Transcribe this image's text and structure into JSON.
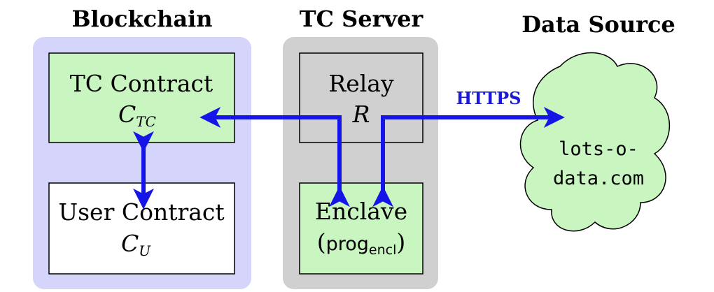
{
  "colors": {
    "blockchain_panel": "#d5d5fb",
    "server_panel": "#d0d0d0",
    "green_box": "#c8f5c0",
    "arrow": "#1515e8"
  },
  "headings": {
    "blockchain": "Blockchain",
    "server": "TC Server",
    "source": "Data Source"
  },
  "tc_contract": {
    "label": "TC Contract",
    "symbol": "C",
    "subscript": "TC"
  },
  "user_contract": {
    "label": "User Contract",
    "symbol": "C",
    "subscript": "U"
  },
  "relay": {
    "label": "Relay",
    "symbol": "R"
  },
  "enclave": {
    "label": "Enclave",
    "prog": "prog",
    "prog_sub": "encl",
    "open_paren": "(",
    "close_paren": ")"
  },
  "https_label": "HTTPS",
  "cloud": {
    "line1": "lots-o-",
    "line2": "data.com"
  }
}
